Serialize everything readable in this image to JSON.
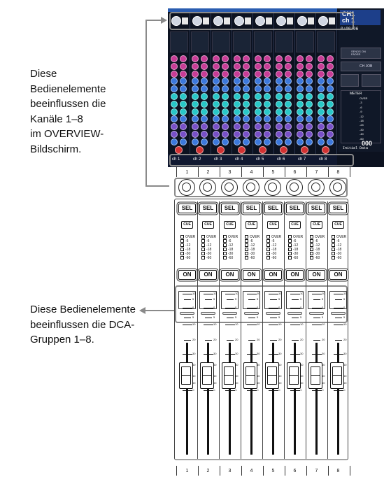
{
  "annotations": {
    "screen_note": [
      "Diese",
      "Bedienelemente",
      "beeinflussen die",
      "Kanäle 1–8",
      "im OVERVIEW-",
      "Bildschirm."
    ],
    "dca_note": [
      "Diese Bedienelemente",
      "beeinflussen die DCA-",
      "Gruppen 1–8."
    ]
  },
  "screen": {
    "channel_tabs": [
      "ch 1",
      "ch 2",
      "ch 3",
      "ch 4",
      "ch 5",
      "ch 6",
      "ch 7",
      "ch 8"
    ],
    "ch_name_line1": "CH1",
    "ch_name_line2": "ch 1",
    "clock": "0:00:06",
    "btn_sends_on_fader": "SENDS ON FADER",
    "btn_ch_job": "CH JOB",
    "meter_label": "METER",
    "meter_scale": [
      "OVER",
      "-3",
      "-6",
      "-9",
      "-12",
      "-18",
      "-24",
      "-30",
      "-40",
      "-60"
    ],
    "scene_number": "000",
    "scene_title": "Initial Data"
  },
  "channel_numbers": [
    "1",
    "2",
    "3",
    "4",
    "5",
    "6",
    "7",
    "8"
  ],
  "strip": {
    "sel_label": "SEL",
    "cue_label": "CUE",
    "on_label": "ON",
    "meter_labels": [
      "OVER",
      "-6",
      "-12",
      "-18",
      "-30",
      "-60"
    ],
    "fader_scale": [
      "10",
      "5",
      "0",
      "5",
      "10",
      "20",
      "30",
      "40",
      "50",
      "60",
      "∞"
    ]
  },
  "colors": {
    "screen_bg": "#0c1220",
    "knob_magenta": "#c83c96",
    "knob_cyan": "#28c8c8",
    "knob_blue": "#3c78dc",
    "knob_purple": "#7850c8",
    "knob_red": "#d23232",
    "highlight_frame": "#8a8a8a"
  }
}
